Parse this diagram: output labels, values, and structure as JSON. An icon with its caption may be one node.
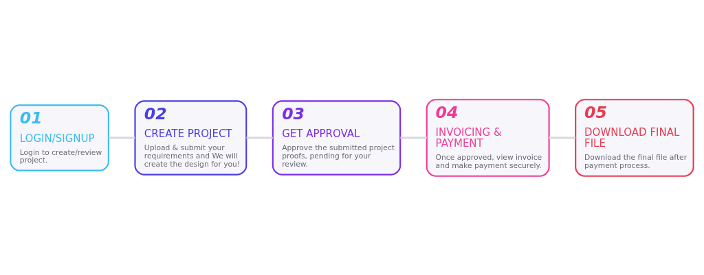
{
  "diagram": {
    "nodes": [
      {
        "text": [
          "01",
          "LOGIN/SIGNUP",
          "Login to create/review project."
        ]
      },
      {
        "text": [
          "02",
          "CREATE PROJECT",
          "Upload & submit your requirements and We will create the design for you!"
        ]
      },
      {
        "text": [
          "03",
          "GET APPROVAL",
          "Approve the submitted project proofs, pending for your review."
        ]
      },
      {
        "text": [
          "04",
          "INVOICING & PAYMENT",
          "Once approved, view invoice and make payment securely."
        ]
      },
      {
        "text": [
          "05",
          "DOWNLOAD FINAL FILE",
          "Download the final file after payment process."
        ]
      }
    ],
    "edges": [
      {
        "from": 0,
        "to": 1,
        "arrow": "none"
      },
      {
        "from": 1,
        "to": 2,
        "arrow": "none"
      },
      {
        "from": 2,
        "to": 3,
        "arrow": "none"
      },
      {
        "from": 3,
        "to": 4,
        "arrow": "none"
      }
    ]
  }
}
